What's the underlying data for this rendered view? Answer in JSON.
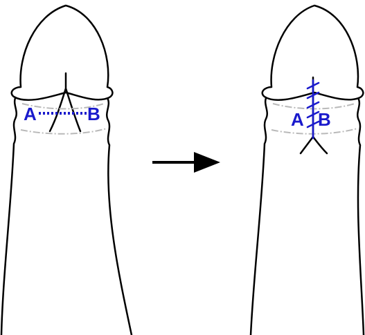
{
  "colors": {
    "outline": "#000000",
    "annotation": "#1a1acc",
    "guide_line": "#b9b9b9",
    "background": "#ffffff"
  },
  "before": {
    "label_a": "A",
    "label_b": "B"
  },
  "after": {
    "label_a": "A",
    "label_b": "B"
  }
}
